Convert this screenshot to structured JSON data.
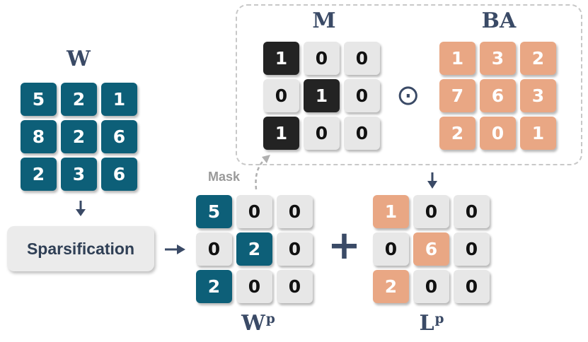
{
  "labels": {
    "W": "W",
    "M": "M",
    "BA": "BA",
    "Wp_base": "W",
    "Wp_sup": "p",
    "Lp_base": "L",
    "Lp_sup": "p"
  },
  "sparsification": "Sparsification",
  "mask_label": "Mask",
  "operators": {
    "hadamard": "⊙",
    "plus": "+"
  },
  "matrices": {
    "W": [
      [
        "5",
        "2",
        "1"
      ],
      [
        "8",
        "2",
        "6"
      ],
      [
        "2",
        "3",
        "6"
      ]
    ],
    "M": [
      [
        "1",
        "0",
        "0"
      ],
      [
        "0",
        "1",
        "0"
      ],
      [
        "1",
        "0",
        "0"
      ]
    ],
    "BA": [
      [
        "1",
        "3",
        "2"
      ],
      [
        "7",
        "6",
        "3"
      ],
      [
        "2",
        "0",
        "1"
      ]
    ],
    "Wp": [
      [
        "5",
        "0",
        "0"
      ],
      [
        "0",
        "2",
        "0"
      ],
      [
        "2",
        "0",
        "0"
      ]
    ],
    "Lp": [
      [
        "1",
        "0",
        "0"
      ],
      [
        "0",
        "6",
        "0"
      ],
      [
        "2",
        "0",
        "0"
      ]
    ]
  },
  "styles": {
    "W": [
      [
        "teal",
        "teal",
        "teal"
      ],
      [
        "teal",
        "teal",
        "teal"
      ],
      [
        "teal",
        "teal",
        "teal"
      ]
    ],
    "M": [
      [
        "black",
        "light",
        "light"
      ],
      [
        "light",
        "black",
        "light"
      ],
      [
        "black",
        "light",
        "light"
      ]
    ],
    "BA": [
      [
        "peach",
        "peach",
        "peach"
      ],
      [
        "peach",
        "peach",
        "peach"
      ],
      [
        "peach",
        "peach",
        "peach"
      ]
    ],
    "Wp": [
      [
        "teal",
        "light",
        "light"
      ],
      [
        "light",
        "teal",
        "light"
      ],
      [
        "teal",
        "light",
        "light"
      ]
    ],
    "Lp": [
      [
        "peach",
        "light",
        "light"
      ],
      [
        "light",
        "peach",
        "light"
      ],
      [
        "peach",
        "light",
        "light"
      ]
    ]
  },
  "colors": {
    "teal": "#0d5f78",
    "black": "#232323",
    "peach": "#e9a784",
    "light": "#e7e7e7",
    "label": "#3a4a66"
  }
}
